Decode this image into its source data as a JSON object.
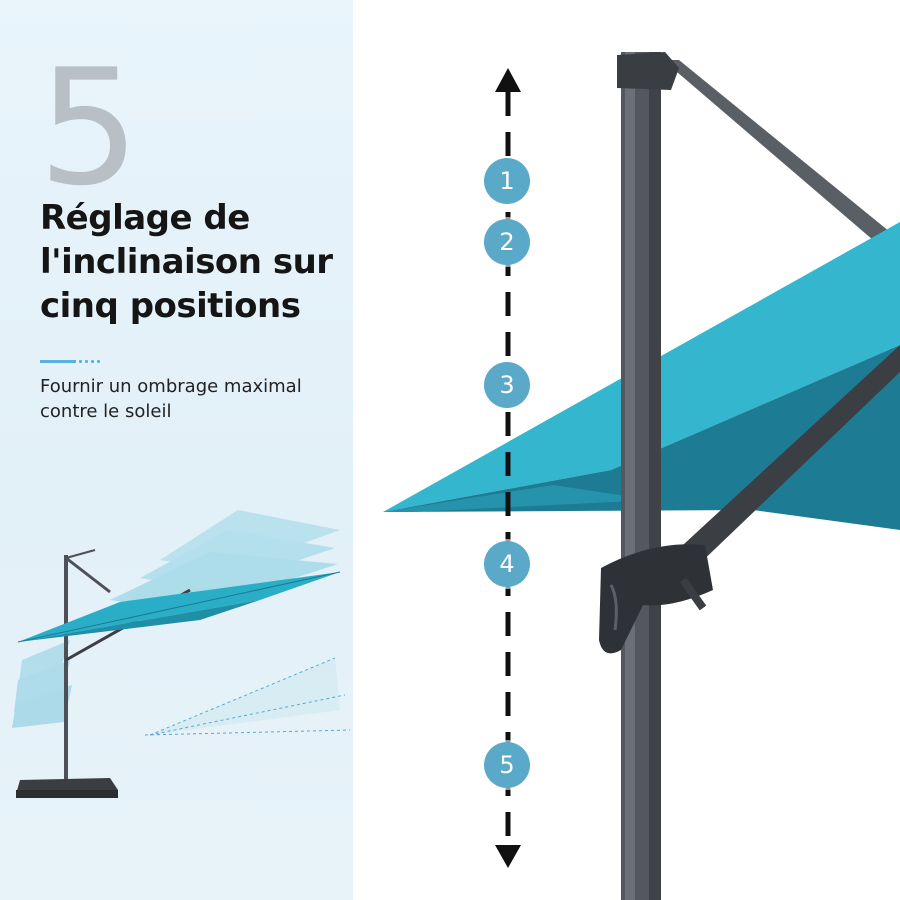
{
  "left_panel": {
    "big_number": "5",
    "heading_lines": [
      "Réglage de",
      "l'inclinaison sur",
      "cinq positions"
    ],
    "subtext_lines": [
      "Fournir un ombrage maximal",
      "contre le soleil"
    ]
  },
  "right_panel": {
    "positions": [
      "1",
      "2",
      "3",
      "4",
      "5"
    ]
  },
  "colors": {
    "canopy": "#2aaec7",
    "canopy_underside": "#1e7f96",
    "pole": "#4d5157",
    "marker": "#5aa9c9",
    "accent_line": "#58b2dd",
    "left_background": "#e6f2f9"
  }
}
